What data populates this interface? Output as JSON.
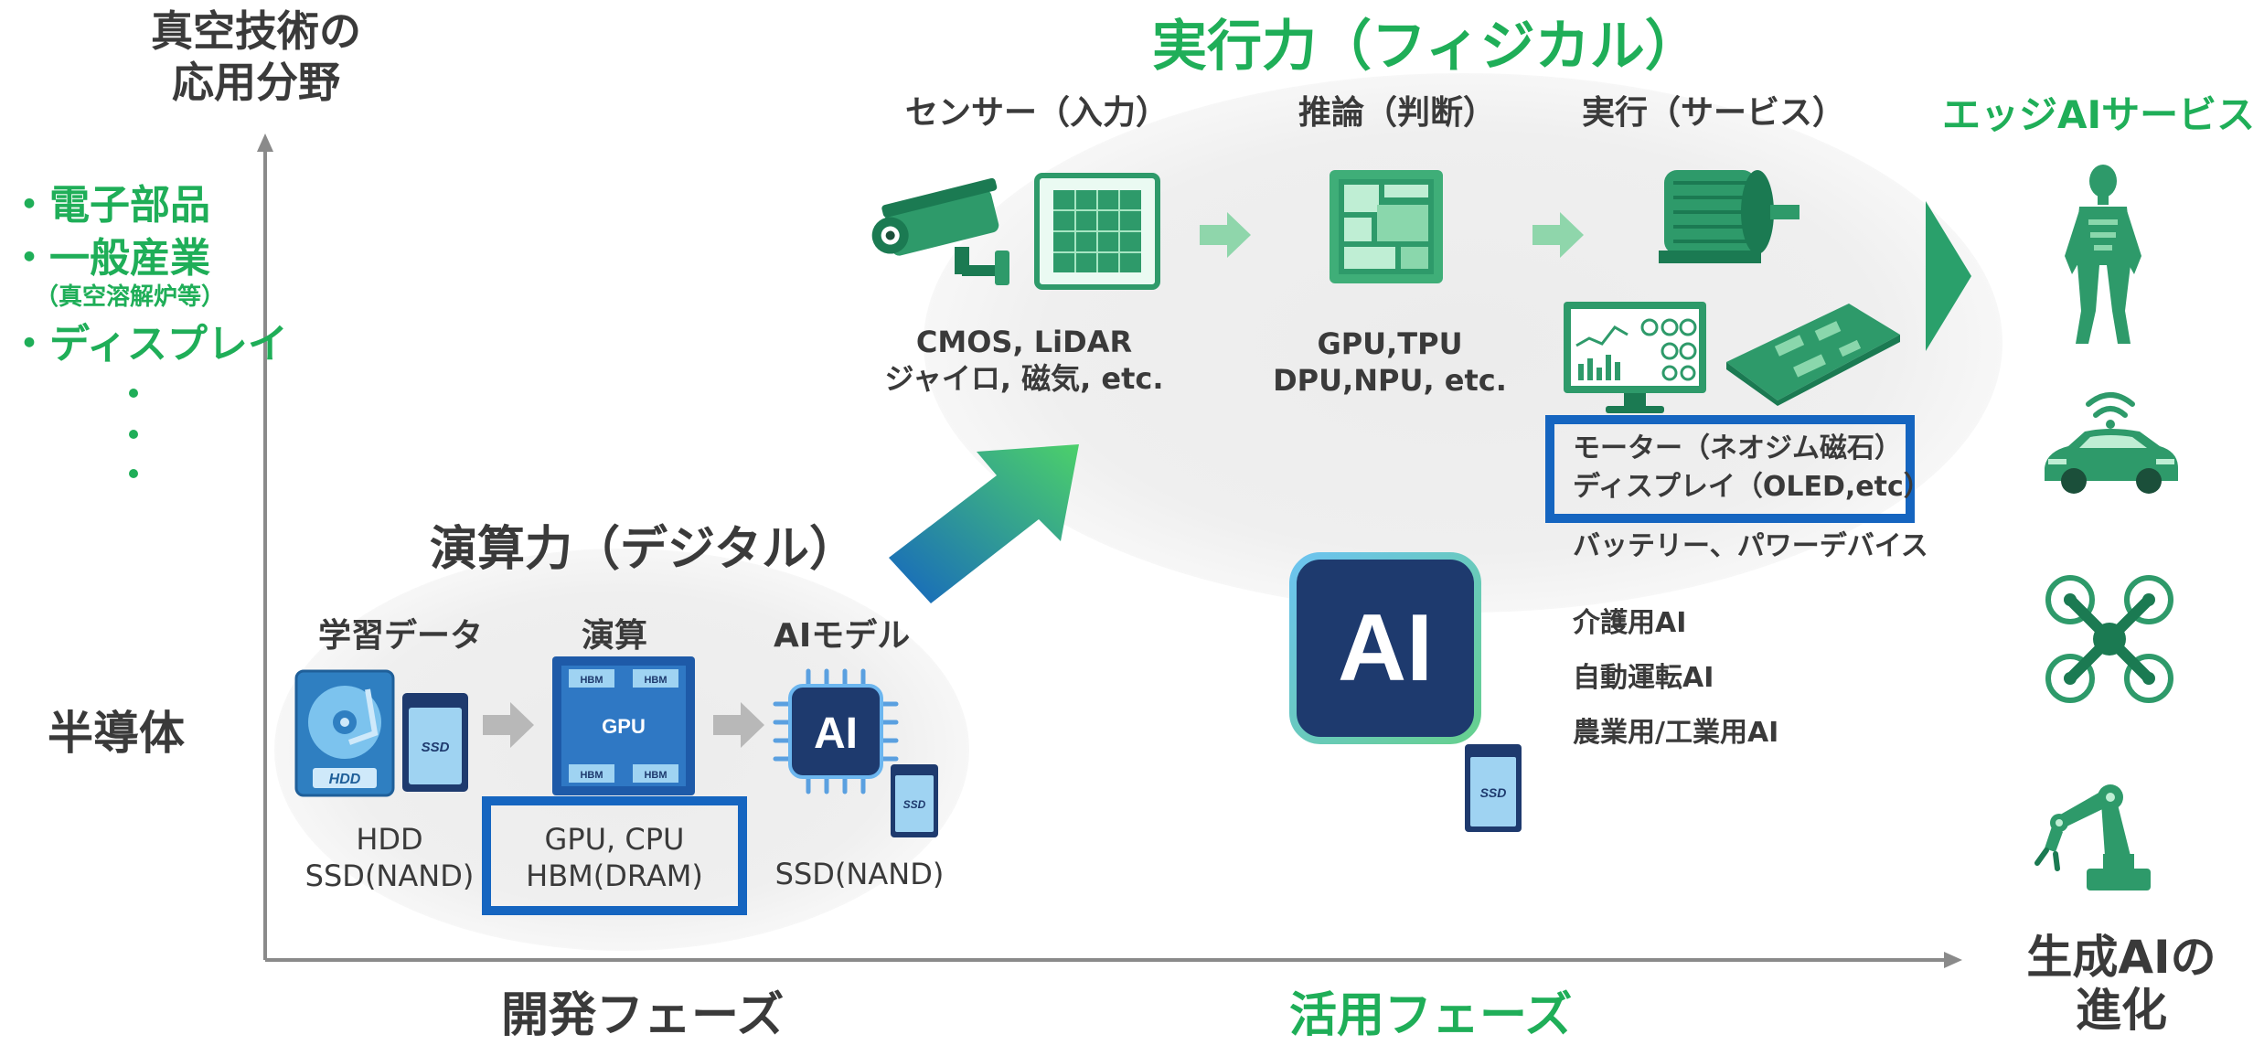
{
  "colors": {
    "green": "#1fae58",
    "green_dark": "#1b8f5a",
    "blue": "#1565c0",
    "navy": "#1e3a6e",
    "text": "#3a3a3a",
    "axis": "#8a8a8a"
  },
  "yaxis": {
    "title_line1": "真空技術の",
    "title_line2": "応用分野",
    "semiconductor": "半導体"
  },
  "fields": [
    "・電子部品",
    "・一般産業",
    "（真空溶解炉等）",
    "・ディスプレイ"
  ],
  "xaxis": {
    "dev_phase": "開発フェーズ",
    "use_phase": "活用フェーズ",
    "end_line1": "生成AIの",
    "end_line2": "進化"
  },
  "digital": {
    "title": "演算力（デジタル）",
    "steps": [
      {
        "label": "学習データ",
        "caption_line1": "HDD",
        "caption_line2": "SSD(NAND)"
      },
      {
        "label": "演算",
        "caption_line1": "GPU, CPU",
        "caption_line2": "HBM(DRAM)"
      },
      {
        "label": "AIモデル",
        "caption_line1": "SSD(NAND)"
      }
    ],
    "hdd_label": "HDD",
    "ssd_label": "SSD",
    "gpu_label": "GPU",
    "hbm_label": "HBM",
    "ai_label": "AI"
  },
  "physical": {
    "title": "実行力（フィジカル）",
    "steps": [
      {
        "label": "センサー（入力）",
        "caption_line1": "CMOS, LiDAR",
        "caption_line2": "ジャイロ, 磁気, etc."
      },
      {
        "label": "推論（判断）",
        "caption_line1": "GPU,TPU",
        "caption_line2": "DPU,NPU, etc."
      },
      {
        "label": "実行（サービス）"
      }
    ],
    "exec_boxed_line1": "モーター（ネオジム磁石）",
    "exec_boxed_line2": "ディスプレイ（OLED,etc）",
    "exec_line3": "バッテリー、パワーデバイス",
    "ai_apps": [
      "介護用AI",
      "自動運転AI",
      "農業用/工業用AI"
    ],
    "big_ai_label": "AI",
    "ssd_label": "SSD"
  },
  "edge": {
    "title": "エッジAIサービス",
    "icons": [
      "humanoid-robot-icon",
      "connected-car-icon",
      "drone-icon",
      "robot-arm-icon"
    ]
  }
}
